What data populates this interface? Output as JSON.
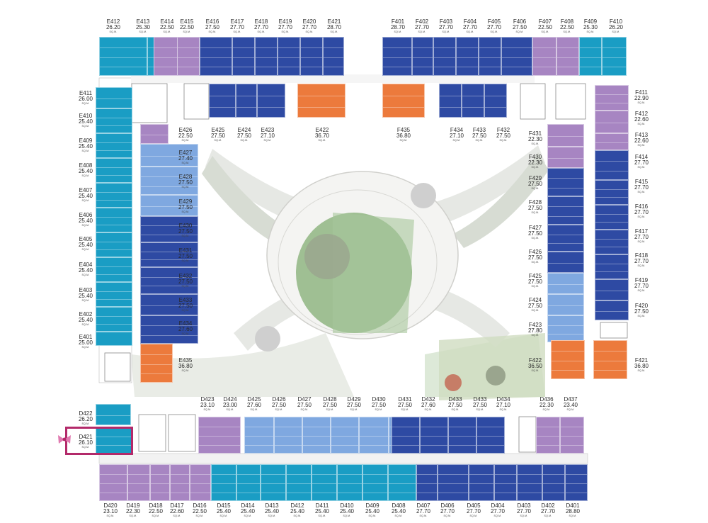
{
  "colors": {
    "teal": "#1a9dc4",
    "navy": "#2e4aa3",
    "light_blue": "#7fa8e0",
    "lavender": "#a785c2",
    "orange": "#ec7a3c",
    "highlight": "#b32a6a"
  },
  "area_unit": "SQ.M.",
  "selected_unit": "D421",
  "units": [
    {
      "code": "E412",
      "area": "26.20",
      "color": "teal"
    },
    {
      "code": "E413",
      "area": "25.30",
      "color": "teal"
    },
    {
      "code": "E414",
      "area": "22.50",
      "color": "lavender"
    },
    {
      "code": "E415",
      "area": "22.50",
      "color": "lavender"
    },
    {
      "code": "E416",
      "area": "27.50",
      "color": "navy"
    },
    {
      "code": "E417",
      "area": "27.70",
      "color": "navy"
    },
    {
      "code": "E418",
      "area": "27.70",
      "color": "navy"
    },
    {
      "code": "E419",
      "area": "27.70",
      "color": "navy"
    },
    {
      "code": "E420",
      "area": "27.70",
      "color": "navy"
    },
    {
      "code": "E421",
      "area": "28.70",
      "color": "navy"
    },
    {
      "code": "E411",
      "area": "26.00",
      "color": "teal"
    },
    {
      "code": "E410",
      "area": "25.40",
      "color": "teal"
    },
    {
      "code": "E409",
      "area": "25.40",
      "color": "teal"
    },
    {
      "code": "E408",
      "area": "25.40",
      "color": "teal"
    },
    {
      "code": "E407",
      "area": "25.40",
      "color": "teal"
    },
    {
      "code": "E406",
      "area": "25.40",
      "color": "teal"
    },
    {
      "code": "E405",
      "area": "25.40",
      "color": "teal"
    },
    {
      "code": "E404",
      "area": "25.40",
      "color": "teal"
    },
    {
      "code": "E403",
      "area": "25.40",
      "color": "teal"
    },
    {
      "code": "E402",
      "area": "25.40",
      "color": "teal"
    },
    {
      "code": "E401",
      "area": "25.00",
      "color": "teal"
    },
    {
      "code": "E425",
      "area": "27.50",
      "color": "navy"
    },
    {
      "code": "E424",
      "area": "27.50",
      "color": "navy"
    },
    {
      "code": "E423",
      "area": "27.10",
      "color": "navy"
    },
    {
      "code": "E422",
      "area": "36.70",
      "color": "orange"
    },
    {
      "code": "E426",
      "area": "22.50",
      "color": "lavender"
    },
    {
      "code": "E427",
      "area": "27.40",
      "color": "light_blue"
    },
    {
      "code": "E428",
      "area": "27.50",
      "color": "light_blue"
    },
    {
      "code": "E429",
      "area": "27.50",
      "color": "light_blue"
    },
    {
      "code": "E430",
      "area": "27.50",
      "color": "navy"
    },
    {
      "code": "E431",
      "area": "27.50",
      "color": "navy"
    },
    {
      "code": "E432",
      "area": "27.50",
      "color": "navy"
    },
    {
      "code": "E433",
      "area": "27.50",
      "color": "navy"
    },
    {
      "code": "E434",
      "area": "27.60",
      "color": "navy"
    },
    {
      "code": "E435",
      "area": "36.80",
      "color": "orange"
    },
    {
      "code": "F401",
      "area": "28.70",
      "color": "navy"
    },
    {
      "code": "F402",
      "area": "27.70",
      "color": "navy"
    },
    {
      "code": "F403",
      "area": "27.70",
      "color": "navy"
    },
    {
      "code": "F404",
      "area": "27.70",
      "color": "navy"
    },
    {
      "code": "F405",
      "area": "27.70",
      "color": "navy"
    },
    {
      "code": "F406",
      "area": "27.50",
      "color": "navy"
    },
    {
      "code": "F407",
      "area": "22.50",
      "color": "lavender"
    },
    {
      "code": "F408",
      "area": "22.50",
      "color": "lavender"
    },
    {
      "code": "F409",
      "area": "25.30",
      "color": "teal"
    },
    {
      "code": "F410",
      "area": "26.20",
      "color": "teal"
    },
    {
      "code": "F435",
      "area": "36.80",
      "color": "orange"
    },
    {
      "code": "F434",
      "area": "27.10",
      "color": "navy"
    },
    {
      "code": "F433",
      "area": "27.50",
      "color": "navy"
    },
    {
      "code": "F432",
      "area": "27.50",
      "color": "navy"
    },
    {
      "code": "F431",
      "area": "22.30",
      "color": "lavender"
    },
    {
      "code": "F430",
      "area": "22.30",
      "color": "lavender"
    },
    {
      "code": "F429",
      "area": "27.50",
      "color": "navy"
    },
    {
      "code": "F428",
      "area": "27.50",
      "color": "navy"
    },
    {
      "code": "F427",
      "area": "27.50",
      "color": "navy"
    },
    {
      "code": "F426",
      "area": "27.50",
      "color": "navy"
    },
    {
      "code": "F425",
      "area": "27.50",
      "color": "light_blue"
    },
    {
      "code": "F424",
      "area": "27.50",
      "color": "light_blue"
    },
    {
      "code": "F423",
      "area": "27.80",
      "color": "light_blue"
    },
    {
      "code": "F422",
      "area": "36.50",
      "color": "orange"
    },
    {
      "code": "F411",
      "area": "22.90",
      "color": "lavender"
    },
    {
      "code": "F412",
      "area": "22.60",
      "color": "lavender"
    },
    {
      "code": "F413",
      "area": "22.60",
      "color": "lavender"
    },
    {
      "code": "F414",
      "area": "27.70",
      "color": "navy"
    },
    {
      "code": "F415",
      "area": "27.70",
      "color": "navy"
    },
    {
      "code": "F416",
      "area": "27.70",
      "color": "navy"
    },
    {
      "code": "F417",
      "area": "27.70",
      "color": "navy"
    },
    {
      "code": "F418",
      "area": "27.70",
      "color": "navy"
    },
    {
      "code": "F419",
      "area": "27.70",
      "color": "navy"
    },
    {
      "code": "F420",
      "area": "27.50",
      "color": "navy"
    },
    {
      "code": "F421",
      "area": "36.80",
      "color": "orange"
    },
    {
      "code": "D422",
      "area": "26.20",
      "color": "teal"
    },
    {
      "code": "D421",
      "area": "26.10",
      "color": "teal"
    },
    {
      "code": "D423",
      "area": "23.10",
      "color": "lavender"
    },
    {
      "code": "D424",
      "area": "23.00",
      "color": "lavender"
    },
    {
      "code": "D425",
      "area": "27.60",
      "color": "light_blue"
    },
    {
      "code": "D426",
      "area": "27.50",
      "color": "light_blue"
    },
    {
      "code": "D427",
      "area": "27.50",
      "color": "light_blue"
    },
    {
      "code": "D428",
      "area": "27.50",
      "color": "light_blue"
    },
    {
      "code": "D429",
      "area": "27.50",
      "color": "light_blue"
    },
    {
      "code": "D430",
      "area": "27.50",
      "color": "light_blue"
    },
    {
      "code": "D431",
      "area": "27.50",
      "color": "navy"
    },
    {
      "code": "D432",
      "area": "27.60",
      "color": "navy"
    },
    {
      "code": "D433",
      "area": "27.50",
      "color": "navy"
    },
    {
      "code": "D433",
      "area": "27.50",
      "color": "navy"
    },
    {
      "code": "D434",
      "area": "27.10",
      "color": "navy"
    },
    {
      "code": "D436",
      "area": "22.30",
      "color": "lavender"
    },
    {
      "code": "D437",
      "area": "23.40",
      "color": "lavender"
    },
    {
      "code": "D420",
      "area": "23.10",
      "color": "lavender"
    },
    {
      "code": "D419",
      "area": "22.30",
      "color": "lavender"
    },
    {
      "code": "D418",
      "area": "22.50",
      "color": "lavender"
    },
    {
      "code": "D417",
      "area": "22.60",
      "color": "lavender"
    },
    {
      "code": "D416",
      "area": "22.50",
      "color": "lavender"
    },
    {
      "code": "D415",
      "area": "25.40",
      "color": "teal"
    },
    {
      "code": "D414",
      "area": "25.40",
      "color": "teal"
    },
    {
      "code": "D413",
      "area": "25.40",
      "color": "teal"
    },
    {
      "code": "D412",
      "area": "25.40",
      "color": "teal"
    },
    {
      "code": "D411",
      "area": "25.40",
      "color": "teal"
    },
    {
      "code": "D410",
      "area": "25.40",
      "color": "teal"
    },
    {
      "code": "D409",
      "area": "25.40",
      "color": "teal"
    },
    {
      "code": "D408",
      "area": "25.40",
      "color": "teal"
    },
    {
      "code": "D407",
      "area": "27.70",
      "color": "navy"
    },
    {
      "code": "D406",
      "area": "27.70",
      "color": "navy"
    },
    {
      "code": "D405",
      "area": "27.70",
      "color": "navy"
    },
    {
      "code": "D404",
      "area": "27.70",
      "color": "navy"
    },
    {
      "code": "D403",
      "area": "27.70",
      "color": "navy"
    },
    {
      "code": "D402",
      "area": "27.70",
      "color": "navy"
    },
    {
      "code": "D401",
      "area": "28.80",
      "color": "navy"
    }
  ]
}
